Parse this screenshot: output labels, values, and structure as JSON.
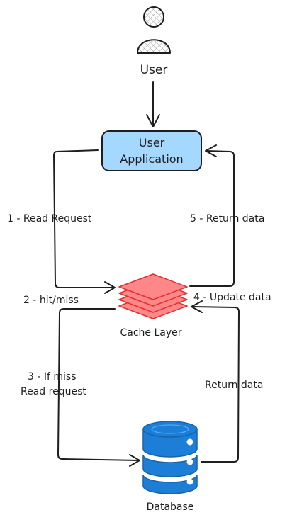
{
  "nodes": {
    "user": {
      "label": "User"
    },
    "app": {
      "line1": "User",
      "line2": "Application"
    },
    "cache": {
      "label": "Cache Layer"
    },
    "database": {
      "label": "Database"
    }
  },
  "edges": {
    "read_request": "1 - Read Request",
    "hit_miss": "2 - hit/miss",
    "if_miss_line1": "3 - If miss",
    "if_miss_line2": "Read request",
    "update_data": "4 - Update data",
    "return_data_app": "5 - Return data",
    "return_data_db": "Return data"
  },
  "colors": {
    "stroke": "#1e1e1e",
    "app_fill": "#a5d8ff",
    "app_stroke": "#1971c2",
    "cache_fill": "#ff8787",
    "cache_stroke": "#e03131",
    "db_fill": "#1c7ed6",
    "db_stroke": "#1864ab"
  }
}
